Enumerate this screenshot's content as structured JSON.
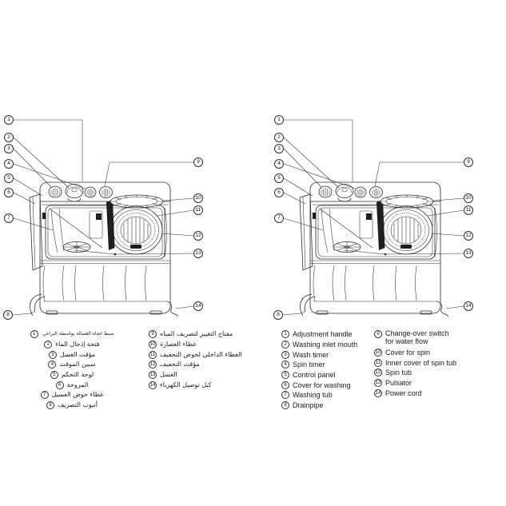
{
  "callout_numbers": [
    "1",
    "2",
    "3",
    "4",
    "5",
    "6",
    "7",
    "8",
    "9",
    "10",
    "11",
    "12",
    "13",
    "14"
  ],
  "legend_ar": {
    "col1": [
      {
        "num": "1",
        "label": "ضبط اتجاه الغسالة بواسطة البراغي."
      },
      {
        "num": "2",
        "label": "فتحة إدخال الماء"
      },
      {
        "num": "3",
        "label": "مؤقت الغسل"
      },
      {
        "num": "4",
        "label": "سبين الموقت"
      },
      {
        "num": "5",
        "label": "لوحة التحكم"
      },
      {
        "num": "6",
        "label": "المروحة"
      },
      {
        "num": "7",
        "label": "غطاء حوض الغسيل"
      },
      {
        "num": "8",
        "label": "أنبوب التصريف"
      }
    ],
    "col2": [
      {
        "num": "9",
        "label": "مفتاح التغيير لتصريف المياه"
      },
      {
        "num": "10",
        "label": "غطاء العصارة"
      },
      {
        "num": "11",
        "label": "الغطاء الداخلي لحوض التجفيف"
      },
      {
        "num": "12",
        "label": "مؤقت التجفيف"
      },
      {
        "num": "13",
        "label": "الغسل"
      },
      {
        "num": "14",
        "label": "كبل توصيل الكهرباء"
      }
    ]
  },
  "legend_en": {
    "col1": [
      {
        "num": "1",
        "label": "Adjustment handle"
      },
      {
        "num": "2",
        "label": "Washing inlet mouth"
      },
      {
        "num": "3",
        "label": "Wash timer"
      },
      {
        "num": "4",
        "label": "Spin timer"
      },
      {
        "num": "5",
        "label": "Control panel"
      },
      {
        "num": "6",
        "label": "Cover for washing"
      },
      {
        "num": "7",
        "label": "Washing tub"
      },
      {
        "num": "8",
        "label": "Drainpipe"
      }
    ],
    "col2": [
      {
        "num": "9",
        "label": "Change-over switch for water flow"
      },
      {
        "num": "10",
        "label": "Cover for spin"
      },
      {
        "num": "11",
        "label": "Inner cover of spin tub"
      },
      {
        "num": "12",
        "label": "Spin tub"
      },
      {
        "num": "13",
        "label": "Pulsator"
      },
      {
        "num": "14",
        "label": "Power cord"
      }
    ]
  }
}
